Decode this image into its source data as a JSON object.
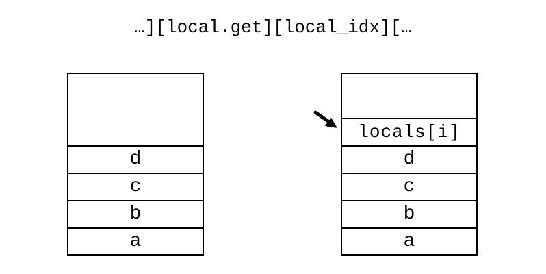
{
  "caption": "…][local.get][local_idx][…",
  "stack_before": {
    "cells": [
      "d",
      "c",
      "b",
      "a"
    ]
  },
  "stack_after": {
    "pushed": "locals[i]",
    "cells": [
      "d",
      "c",
      "b",
      "a"
    ]
  },
  "colors": {
    "line": "#000000",
    "background": "#ffffff"
  },
  "icons": {
    "pointer": "arrow-icon"
  }
}
